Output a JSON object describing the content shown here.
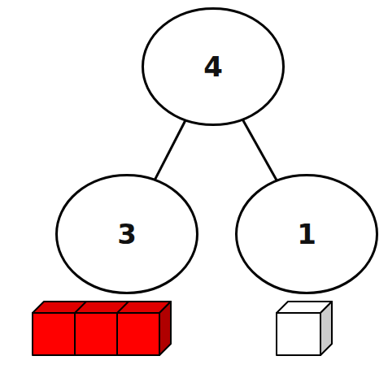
{
  "diagram": {
    "nodes": [
      {
        "text": [
          "4"
        ]
      },
      {
        "text": [
          "3"
        ]
      },
      {
        "text": [
          "1"
        ]
      }
    ],
    "edges": [
      {
        "from": 0,
        "to": 1,
        "arrow": "none"
      },
      {
        "from": 0,
        "to": 2,
        "arrow": "none"
      }
    ]
  }
}
